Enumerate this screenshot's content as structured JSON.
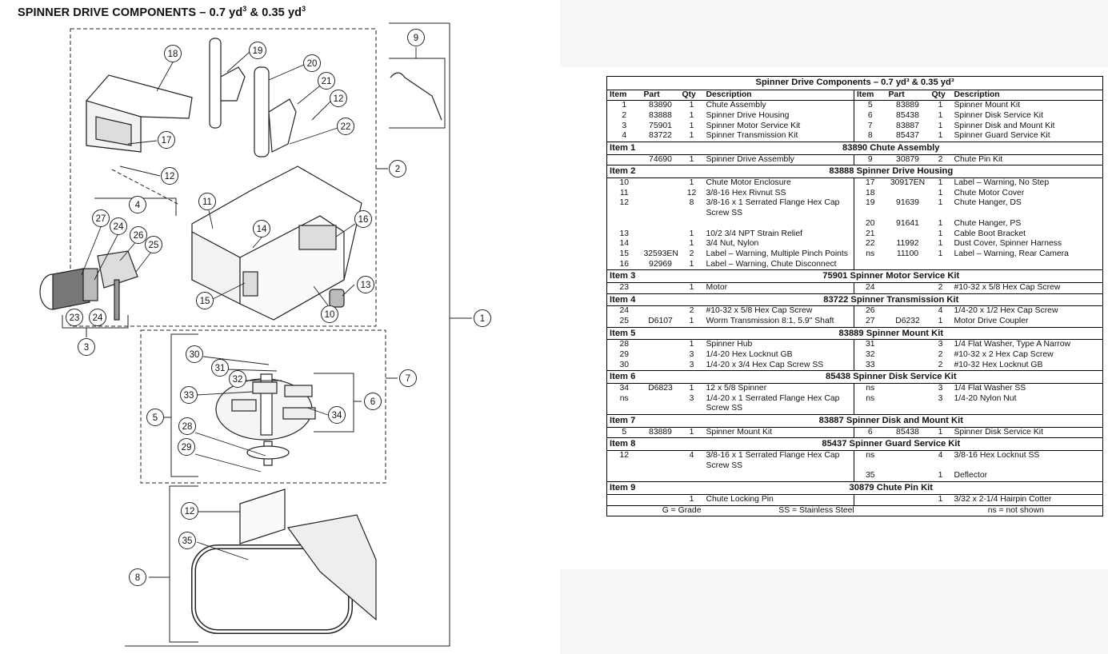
{
  "page": {
    "title": "SPINNER DRIVE COMPONENTS – 0.7 yd",
    "title_sup": "3",
    "title_mid": " & 0.35 yd",
    "title_sup2": "3"
  },
  "diagram": {
    "callouts": [
      "1",
      "2",
      "3",
      "4",
      "5",
      "6",
      "7",
      "8",
      "9",
      "10",
      "11",
      "12",
      "12",
      "12",
      "13",
      "14",
      "15",
      "16",
      "17",
      "18",
      "19",
      "20",
      "21",
      "22",
      "23",
      "24",
      "24",
      "25",
      "26",
      "27",
      "28",
      "29",
      "30",
      "31",
      "32",
      "33",
      "34",
      "35"
    ]
  },
  "table": {
    "title": "Spinner Drive Components – 0.7 yd³ & 0.35 yd³",
    "headers": [
      "Item",
      "Part",
      "Qty",
      "Description",
      "Item",
      "Part",
      "Qty",
      "Description"
    ],
    "overview_rows": [
      [
        "1",
        "83890",
        "1",
        "Chute Assembly",
        "5",
        "83889",
        "1",
        "Spinner Mount Kit"
      ],
      [
        "2",
        "83888",
        "1",
        "Spinner Drive Housing",
        "6",
        "85438",
        "1",
        "Spinner Disk Service Kit"
      ],
      [
        "3",
        "75901",
        "1",
        "Spinner Motor Service Kit",
        "7",
        "83887",
        "1",
        "Spinner Disk and Mount Kit"
      ],
      [
        "4",
        "83722",
        "1",
        "Spinner Transmission Kit",
        "8",
        "85437",
        "1",
        "Spinner Guard Service Kit"
      ]
    ],
    "sections": [
      {
        "label": "Item 1",
        "title": "83890  Chute Assembly",
        "rows": [
          [
            "",
            "74690",
            "1",
            "Spinner Drive Assembly",
            "9",
            "30879",
            "2",
            "Chute Pin Kit"
          ]
        ]
      },
      {
        "label": "Item 2",
        "title": "83888  Spinner Drive Housing",
        "rows": [
          [
            "10",
            "",
            "1",
            "Chute Motor Enclosure",
            "17",
            "30917EN",
            "1",
            "Label – Warning, No Step"
          ],
          [
            "11",
            "",
            "12",
            "3/8-16 Hex Rivnut SS",
            "18",
            "",
            "1",
            "Chute Motor Cover"
          ],
          [
            "12",
            "",
            "8",
            "3/8-16 x 1 Serrated Flange Hex Cap Screw SS",
            "19",
            "91639",
            "1",
            "Chute Hanger, DS"
          ],
          [
            "",
            "",
            "",
            "",
            "20",
            "91641",
            "1",
            "Chute Hanger, PS"
          ],
          [
            "13",
            "",
            "1",
            "10/2 3/4 NPT Strain Relief",
            "21",
            "",
            "1",
            "Cable Boot Bracket"
          ],
          [
            "14",
            "",
            "1",
            "3/4 Nut, Nylon",
            "22",
            "11992",
            "1",
            "Dust Cover, Spinner Harness"
          ],
          [
            "15",
            "32593EN",
            "2",
            "Label – Warning, Multiple Pinch Points",
            "ns",
            "11100",
            "1",
            "Label – Warning, Rear Camera"
          ],
          [
            "16",
            "92969",
            "1",
            "Label – Warning, Chute Disconnect",
            "",
            "",
            "",
            ""
          ]
        ]
      },
      {
        "label": "Item 3",
        "title": "75901  Spinner Motor Service Kit",
        "rows": [
          [
            "23",
            "",
            "1",
            "Motor",
            "24",
            "",
            "2",
            "#10-32 x 5/8 Hex Cap Screw"
          ]
        ]
      },
      {
        "label": "Item 4",
        "title": "83722  Spinner Transmission Kit",
        "rows": [
          [
            "24",
            "",
            "2",
            "#10-32 x 5/8 Hex Cap Screw",
            "26",
            "",
            "4",
            "1/4-20 x 1/2 Hex Cap Screw"
          ],
          [
            "25",
            "D6107",
            "1",
            "Worm Transmission 8:1, 5.9\" Shaft",
            "27",
            "D6232",
            "1",
            "Motor Drive Coupler"
          ]
        ]
      },
      {
        "label": "Item 5",
        "title": "83889  Spinner Mount Kit",
        "rows": [
          [
            "28",
            "",
            "1",
            "Spinner Hub",
            "31",
            "",
            "3",
            "1/4 Flat Washer, Type A Narrow"
          ],
          [
            "29",
            "",
            "3",
            "1/4-20 Hex Locknut GB",
            "32",
            "",
            "2",
            "#10-32 x 2 Hex Cap Screw"
          ],
          [
            "30",
            "",
            "3",
            "1/4-20 x 3/4 Hex Cap Screw SS",
            "33",
            "",
            "2",
            "#10-32 Hex Locknut GB"
          ]
        ]
      },
      {
        "label": "Item 6",
        "title": "85438  Spinner Disk Service Kit",
        "rows": [
          [
            "34",
            "D6823",
            "1",
            "12 x 5/8 Spinner",
            "ns",
            "",
            "3",
            "1/4 Flat Washer SS"
          ],
          [
            "ns",
            "",
            "3",
            "1/4-20 x 1 Serrated Flange Hex Cap Screw SS",
            "ns",
            "",
            "3",
            "1/4-20 Nylon Nut"
          ]
        ]
      },
      {
        "label": "Item 7",
        "title": "83887  Spinner Disk and Mount Kit",
        "rows": [
          [
            "5",
            "83889",
            "1",
            "Spinner Mount Kit",
            "6",
            "85438",
            "1",
            "Spinner Disk Service Kit"
          ]
        ]
      },
      {
        "label": "Item 8",
        "title": "85437  Spinner Guard Service Kit",
        "rows": [
          [
            "12",
            "",
            "4",
            "3/8-16 x 1 Serrated Flange Hex Cap Screw SS",
            "ns",
            "",
            "4",
            "3/8-16 Hex Locknut SS"
          ],
          [
            "",
            "",
            "",
            "",
            "35",
            "",
            "1",
            "Deflector"
          ]
        ]
      },
      {
        "label": "Item 9",
        "title": "30879  Chute Pin Kit",
        "rows": [
          [
            "",
            "",
            "1",
            "Chute Locking Pin",
            "",
            "",
            "1",
            "3/32 x 2-1/4 Hairpin Cotter"
          ]
        ]
      }
    ],
    "footer": [
      "G = Grade",
      "SS = Stainless Steel",
      "ns = not shown"
    ]
  }
}
